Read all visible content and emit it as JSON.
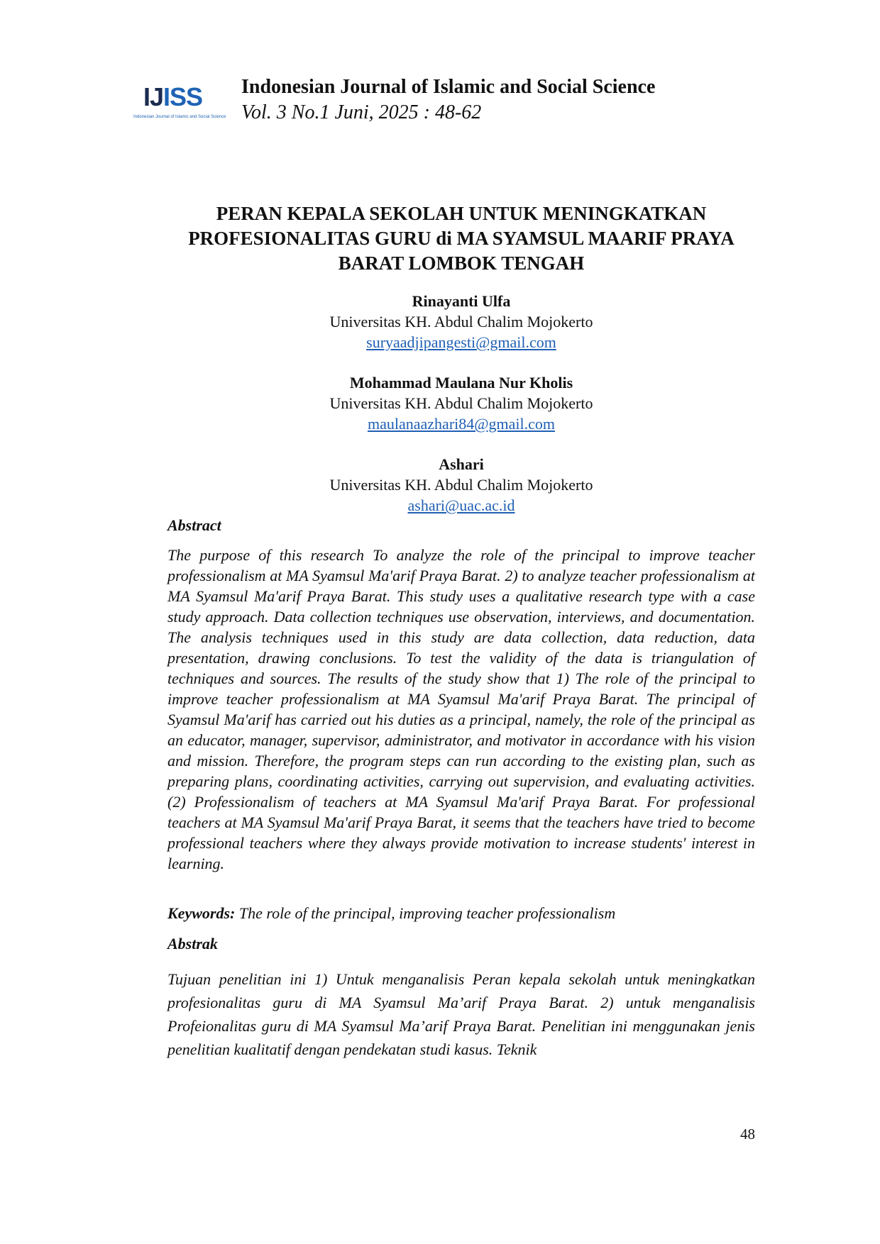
{
  "header": {
    "logo_main_part1": "IJ",
    "logo_main_part2": "ISS",
    "logo_sub": "Indonesian Journal of Islamic and Social Science",
    "journal_title": "Indonesian Journal of Islamic and Social Science",
    "volume": "Vol. 3 No.1 Juni, 2025 : 48-62"
  },
  "article": {
    "title": "PERAN KEPALA SEKOLAH UNTUK MENINGKATKAN PROFESIONALITAS GURU di MA SYAMSUL MAARIF PRAYA BARAT LOMBOK TENGAH"
  },
  "authors": [
    {
      "name": "Rinayanti Ulfa",
      "affiliation": "Universitas KH. Abdul Chalim Mojokerto",
      "email": "suryaadjipangesti@gmail.com"
    },
    {
      "name": "Mohammad Maulana Nur Kholis",
      "affiliation": "Universitas KH. Abdul Chalim Mojokerto",
      "email": "maulanaazhari84@gmail.com"
    },
    {
      "name": "Ashari",
      "affiliation": "Universitas KH. Abdul Chalim Mojokerto",
      "email": "ashari@uac.ac.id"
    }
  ],
  "abstract": {
    "heading": "Abstract",
    "body": "The purpose of this research To analyze the role of the principal to improve teacher professionalism at MA Syamsul Ma'arif Praya Barat. 2) to analyze teacher professionalism at MA Syamsul Ma'arif Praya Barat. This study uses a qualitative research type with a case study approach. Data collection techniques use observation, interviews, and documentation. The analysis techniques used in this study are data collection, data reduction, data presentation, drawing conclusions. To test the validity of the data is triangulation of techniques and sources. The results of the study show that 1) The role of the principal to improve teacher professionalism at MA Syamsul Ma'arif Praya Barat. The principal of Syamsul Ma'arif has carried out his duties as a principal, namely, the role of the principal as an educator, manager, supervisor, administrator, and motivator in accordance with his vision and mission. Therefore, the program steps can run according to the existing plan, such as preparing plans, coordinating activities, carrying out supervision, and evaluating activities. (2) Professionalism of teachers at MA Syamsul Ma'arif Praya Barat. For professional teachers at MA Syamsul Ma'arif Praya Barat, it seems that the teachers have tried to become professional teachers where they always provide motivation to increase students' interest in learning."
  },
  "keywords": {
    "label": "Keywords:",
    "text": "The role of the principal, improving teacher professionalism"
  },
  "abstrak": {
    "heading": "Abstrak",
    "body": "Tujuan penelitian ini 1) Untuk menganalisis Peran kepala sekolah untuk meningkatkan profesionalitas guru di MA Syamsul Ma’arif Praya Barat. 2) untuk menganalisis Profeionalitas guru di MA Syamsul Ma’arif Praya Barat. Penelitian ini menggunakan jenis penelitian kualitatif dengan pendekatan studi kasus. Teknik"
  },
  "page_number": "48"
}
